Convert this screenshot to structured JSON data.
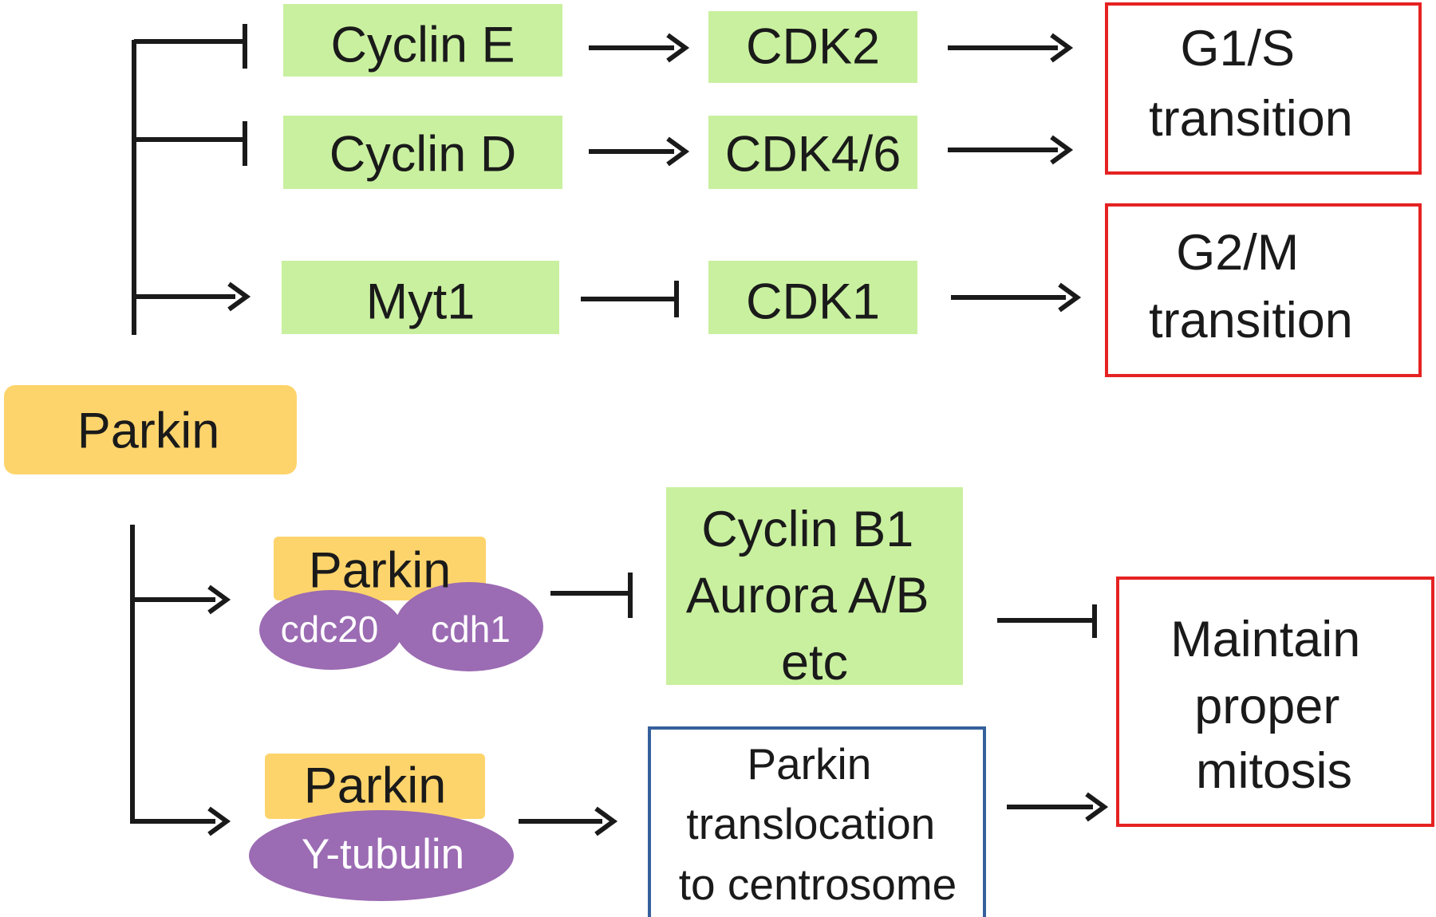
{
  "colors": {
    "green_box": "#c9f09f",
    "orange_box": "#fdd46b",
    "purple_oval": "#9b6bb3",
    "red_border": "#e52222",
    "blue_border": "#35609c",
    "line": "#1a1a1a",
    "oval_text": "#ffffff"
  },
  "nodes": {
    "cyclin_e": "Cyclin E",
    "cdk2": "CDK2",
    "cyclin_d": "Cyclin D",
    "cdk46": "CDK4/6",
    "myt1": "Myt1",
    "cdk1": "CDK1",
    "g1s": [
      "G1/S",
      "transition"
    ],
    "g2m": [
      "G2/M",
      "transition"
    ],
    "parkin_main": "Parkin",
    "parkin_complex1": "Parkin",
    "cdc20": "cdc20",
    "cdh1": "cdh1",
    "parkin_complex2": "Parkin",
    "gamma_tubulin": "Y-tubulin",
    "cyclin_b1_group": [
      "Cyclin B1",
      "Aurora A/B",
      "etc"
    ],
    "translocation": [
      "Parkin",
      "translocation",
      "to centrosome"
    ],
    "mitosis": [
      "Maintain",
      "proper",
      "mitosis"
    ]
  }
}
